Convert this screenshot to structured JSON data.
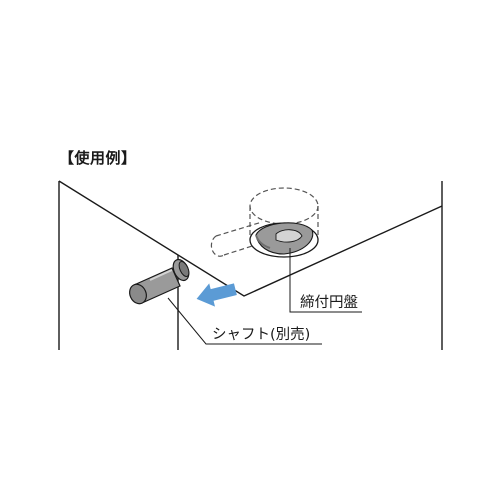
{
  "heading": "【使用例】",
  "labels": {
    "disc": "締付円盤",
    "shaft": "シャフト(別売)"
  },
  "colors": {
    "line": "#1a1a1a",
    "arrow": "#5b9bd5",
    "part_fill": "#9a9a9a",
    "part_dark": "#6e6e6e",
    "part_light": "#d4d4d4"
  }
}
